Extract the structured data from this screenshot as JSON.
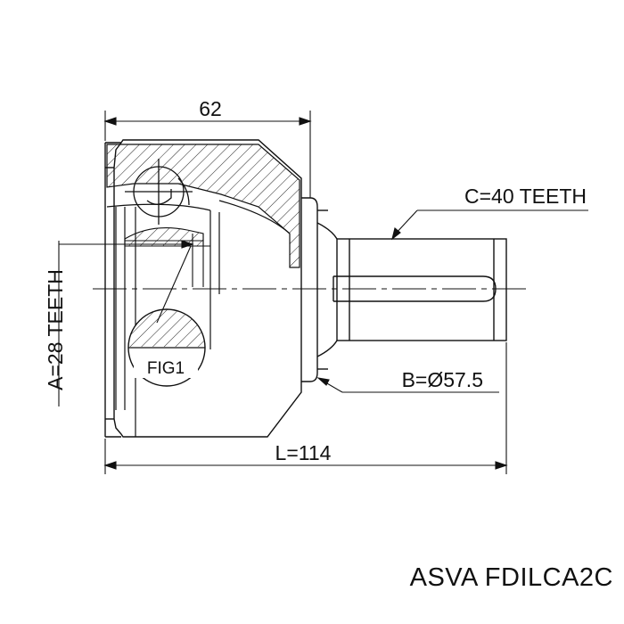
{
  "diagram": {
    "dimensions": {
      "width_top": "62",
      "spline_c": "C=40 TEETH",
      "spline_a": "A=28 TEETH",
      "diameter_b": "B=Ø57.5",
      "length_l": "L=114"
    },
    "fig_label": "FIG1"
  },
  "caption": "ASVA FDILCA2C",
  "colors": {
    "ink": "#111111",
    "hatch_fill": "#f4f4f4",
    "background": "#ffffff"
  }
}
